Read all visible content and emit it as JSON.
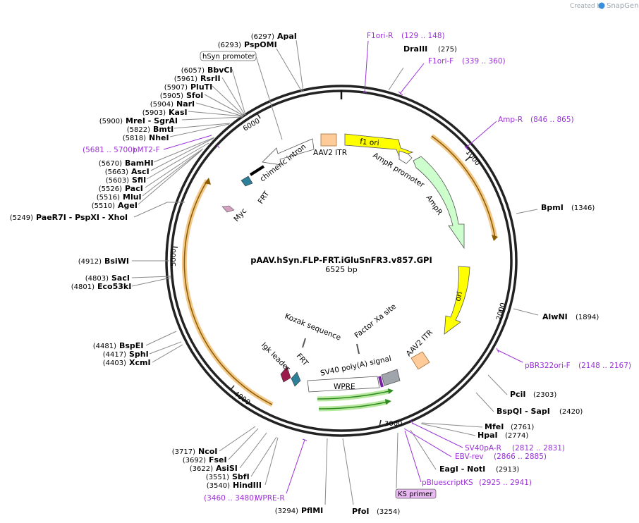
{
  "credit": {
    "prefix": "Created by",
    "brand": "SnapGene"
  },
  "plasmid": {
    "name": "pAAV.hSyn.FLP-FRT.iGluSnFR3.v857.GPI",
    "size": "6525 bp"
  },
  "ticks": [
    "1000",
    "2000",
    "3000",
    "4000",
    "5000",
    "6000"
  ],
  "features": [
    {
      "label": "f1 ori",
      "color": "#ffff00"
    },
    {
      "label": "AAV2 ITR",
      "color": "#ffcc99"
    },
    {
      "label": "AmpR promoter",
      "color": "#ffffff"
    },
    {
      "label": "AmpR",
      "color": "#ccffcc"
    },
    {
      "label": "ori",
      "color": "#ffff00"
    },
    {
      "label": "AAV2 ITR",
      "color": "#ffcc99"
    },
    {
      "label": "SV40 poly(A) signal",
      "color": "#a0a4ab"
    },
    {
      "label": "WPRE",
      "color": "#ffffff"
    },
    {
      "label": "Factor Xa site",
      "color": "#ffffff"
    },
    {
      "label": "Kozak sequence",
      "color": "#ffffff"
    },
    {
      "label": "FRT",
      "color": "#2e7f9a"
    },
    {
      "label": "Igk leader",
      "color": "#9b1b4a"
    },
    {
      "label": "Myc",
      "color": "#d4a0c0"
    },
    {
      "label": "FRT",
      "color": "#2e7f9a"
    },
    {
      "label": "chimeric intron",
      "color": "#ffffff"
    }
  ],
  "sites": [
    {
      "pos": "(6297)",
      "name": "ApaI"
    },
    {
      "pos": "(6293)",
      "name": "PspOMI"
    },
    {
      "pos": "(6057)",
      "name": "BbvCI"
    },
    {
      "pos": "(5961)",
      "name": "RsrII"
    },
    {
      "pos": "(5907)",
      "name": "PluTI"
    },
    {
      "pos": "(5905)",
      "name": "SfoI"
    },
    {
      "pos": "(5904)",
      "name": "NarI"
    },
    {
      "pos": "(5903)",
      "name": "KasI"
    },
    {
      "pos": "(5900)",
      "name": "MreI - SgrAI"
    },
    {
      "pos": "(5822)",
      "name": "BmtI"
    },
    {
      "pos": "(5818)",
      "name": "NheI"
    },
    {
      "pos": "(5670)",
      "name": "BamHI"
    },
    {
      "pos": "(5663)",
      "name": "AscI"
    },
    {
      "pos": "(5603)",
      "name": "SfiI"
    },
    {
      "pos": "(5526)",
      "name": "PacI"
    },
    {
      "pos": "(5516)",
      "name": "MluI"
    },
    {
      "pos": "(5510)",
      "name": "AgeI"
    },
    {
      "pos": "(5249)",
      "name": "PaeR7I - PspXI - XhoI"
    },
    {
      "pos": "(4912)",
      "name": "BsiWI"
    },
    {
      "pos": "(4803)",
      "name": "SacI"
    },
    {
      "pos": "(4801)",
      "name": "Eco53kI"
    },
    {
      "pos": "(4481)",
      "name": "BspEI"
    },
    {
      "pos": "(4417)",
      "name": "SphI"
    },
    {
      "pos": "(4403)",
      "name": "XcmI"
    },
    {
      "pos": "(3717)",
      "name": "NcoI"
    },
    {
      "pos": "(3692)",
      "name": "FseI"
    },
    {
      "pos": "(3622)",
      "name": "AsiSI"
    },
    {
      "pos": "(3551)",
      "name": "SbfI"
    },
    {
      "pos": "(3540)",
      "name": "HindIII"
    },
    {
      "pos": "(3294)",
      "name": "PflMI"
    },
    {
      "pos": "(3254)",
      "name": "PfoI"
    },
    {
      "pos": "(275)",
      "name": "DraIII"
    },
    {
      "pos": "(1346)",
      "name": "BpmI"
    },
    {
      "pos": "(1894)",
      "name": "AlwNI"
    },
    {
      "pos": "(2303)",
      "name": "PciI"
    },
    {
      "pos": "(2420)",
      "name": "BspQI - SapI"
    },
    {
      "pos": "(2761)",
      "name": "MfeI"
    },
    {
      "pos": "(2774)",
      "name": "HpaI"
    },
    {
      "pos": "(2913)",
      "name": "EagI - NotI"
    }
  ],
  "primers": [
    {
      "name": "F1ori-R",
      "range": "(129 .. 148)"
    },
    {
      "name": "F1ori-F",
      "range": "(339 .. 360)"
    },
    {
      "name": "Amp-R",
      "range": "(846 .. 865)"
    },
    {
      "name": "pBR322ori-F",
      "range": "(2148 .. 2167)"
    },
    {
      "name": "SV40pA-R",
      "range": "(2812 .. 2831)"
    },
    {
      "name": "EBV-rev",
      "range": "(2866 .. 2885)"
    },
    {
      "name": "pBluescriptKS",
      "range": "(2925 .. 2941)"
    },
    {
      "name": "WPRE-R",
      "range": "(3460 .. 3480)"
    },
    {
      "name": "pMT2-F",
      "range": "(5681 .. 5700)"
    }
  ],
  "boxed_labels": {
    "hsyn": "hSyn promoter",
    "ks": "KS primer"
  }
}
